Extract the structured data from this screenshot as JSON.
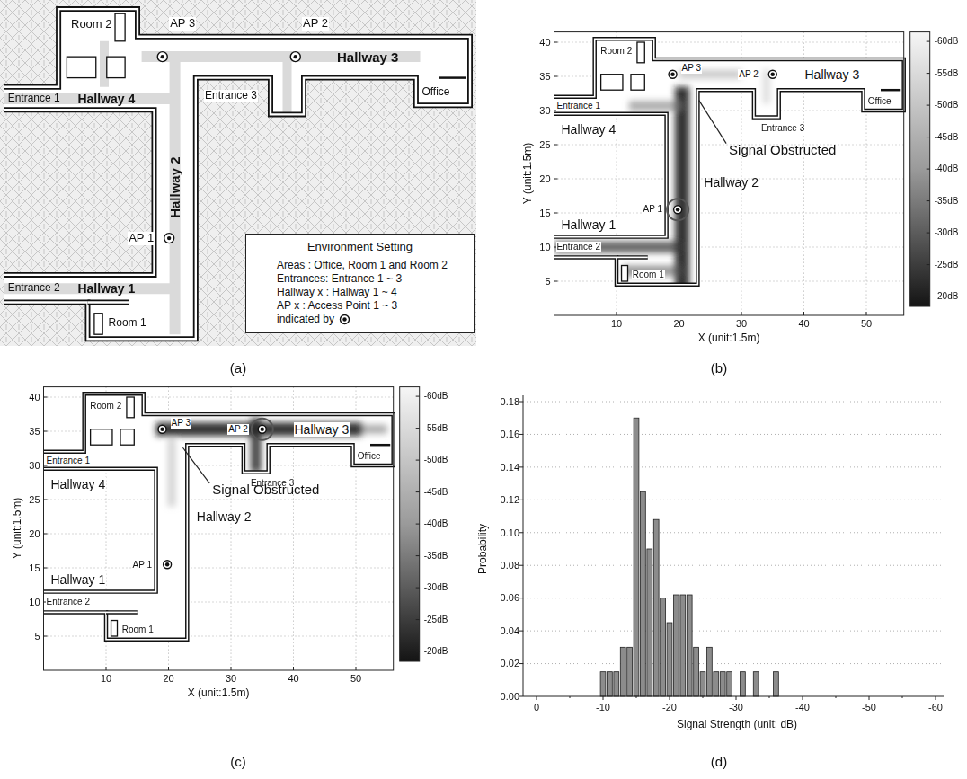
{
  "diagram": {
    "nodes": [
      {
        "text": [
          "Environment Setting",
          "Areas : Office, Room 1 and Room 2",
          "Entrances: Entrance 1 ~ 3",
          "Hallway x : Hallway 1 ~ 4",
          "AP x : Access Point 1 ~ 3",
          "indicated by"
        ]
      }
    ],
    "labels": [
      "Room 2",
      "AP 3",
      "AP 2",
      "Hallway 3",
      "Office",
      "Entrance 1",
      "Hallway 4",
      "Entrance 3",
      "Hallway 2",
      "AP 1",
      "Entrance 2",
      "Hallway 1",
      "Room 1",
      "(a)",
      "Room 2",
      "AP 3",
      "AP 2",
      "Hallway 3",
      "Entrance 1",
      "Office",
      "Entrance 3",
      "Hallway 4",
      "Signal Obstructed",
      "Hallway 2",
      "AP 1",
      "Hallway 1",
      "Entrance 2",
      "Room 1",
      "5",
      "10",
      "15",
      "20",
      "25",
      "30",
      "35",
      "40",
      "Y (unit:1.5m)",
      "10",
      "20",
      "30",
      "40",
      "50",
      "X (unit:1.5m)",
      "-60dB",
      "-55dB",
      "-50dB",
      "-45dB",
      "-40dB",
      "-35dB",
      "-30dB",
      "-25dB",
      "-20dB",
      "(b)",
      "Room 2",
      "AP 3",
      "AP 2",
      "Hallway 3",
      "Entrance 1",
      "Office",
      "Entrance 3",
      "Hallway 4",
      "Signal Obstructed",
      "Hallway 2",
      "AP 1",
      "Hallway 1",
      "Entrance 2",
      "Room 1",
      "5",
      "10",
      "15",
      "20",
      "25",
      "30",
      "35",
      "40",
      "Y (unit:1.5m)",
      "10",
      "20",
      "30",
      "40",
      "50",
      "X (unit:1.5m)",
      "-60dB",
      "-55dB",
      "-50dB",
      "-45dB",
      "-40dB",
      "-35dB",
      "-30dB",
      "-25dB",
      "-20dB",
      "(c)",
      "0.00",
      "0.02",
      "0.04",
      "0.06",
      "0.08",
      "0.10",
      "0.12",
      "0.14",
      "0.16",
      "0.18",
      "Probability",
      "0",
      "-10",
      "-20",
      "-30",
      "-40",
      "-50",
      "-60",
      "Signal Strength (unit: dB)",
      "(d)"
    ]
  }
}
